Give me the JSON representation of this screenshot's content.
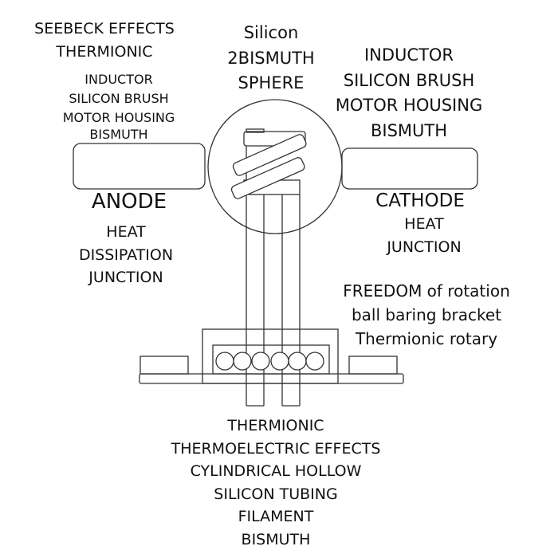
{
  "labels": {
    "top_left": [
      "SEEBECK EFFECTS",
      "THERMIONIC"
    ],
    "left_small": [
      "INDUCTOR",
      "SILICON  BRUSH",
      "MOTOR HOUSING",
      "BISMUTH"
    ],
    "top_center": [
      "Silicon",
      "2BISMUTH",
      "SPHERE"
    ],
    "top_right": [
      "INDUCTOR",
      "SILICON  BRUSH",
      "MOTOR HOUSING",
      "BISMUTH"
    ],
    "anode_title": "ANODE",
    "anode_sub": [
      "HEAT",
      "DISSIPATION",
      "JUNCTION"
    ],
    "cathode_title": "CATHODE",
    "cathode_sub": [
      "HEAT",
      "JUNCTION"
    ],
    "rotation": [
      "FREEDOM  of rotation",
      "ball baring bracket",
      "Thermionic rotary"
    ],
    "bottom": [
      "THERMIONIC",
      "THERMOELECTRIC EFFECTS",
      "CYLINDRICAL HOLLOW",
      "SILICON TUBING",
      "FILAMENT",
      "BISMUTH"
    ]
  },
  "colors": {
    "stroke": "#333333",
    "text": "#111111"
  }
}
